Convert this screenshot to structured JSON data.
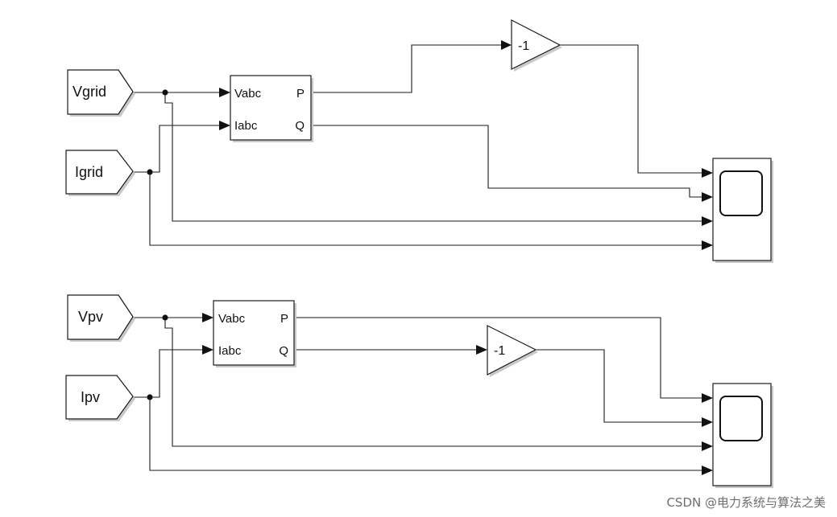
{
  "diagrams": [
    {
      "inputs": [
        "Vgrid",
        "Igrid"
      ],
      "pq_ports": {
        "in": [
          "Vabc",
          "Iabc"
        ],
        "out": [
          "P",
          "Q"
        ]
      },
      "gain": "-1"
    },
    {
      "inputs": [
        "Vpv",
        "Ipv"
      ],
      "pq_ports": {
        "in": [
          "Vabc",
          "Iabc"
        ],
        "out": [
          "P",
          "Q"
        ]
      },
      "gain": "-1"
    }
  ],
  "watermark": "CSDN @电力系统与算法之美",
  "colors": {
    "line": "#1a1a1a",
    "block_fill": "#ffffff",
    "shadow": "#c9c9c9"
  }
}
